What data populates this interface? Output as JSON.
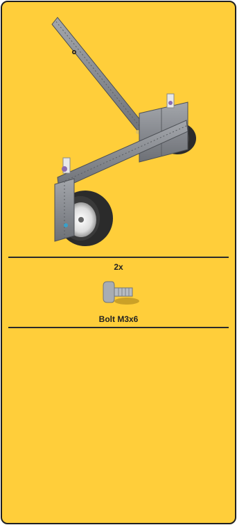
{
  "step": {
    "assembly_illustration": "robot-chassis-assembly",
    "parts_list": [
      {
        "quantity": "2x",
        "name": "Bolt M3x6",
        "icon": "bolt-icon"
      }
    ]
  },
  "colors": {
    "background": "#ffce3a",
    "border": "#1f1f1f",
    "divider": "#2a2a2a",
    "beam": "#8a8d93",
    "tire": "#2b2b2b",
    "bolt": "#a8adb3"
  }
}
